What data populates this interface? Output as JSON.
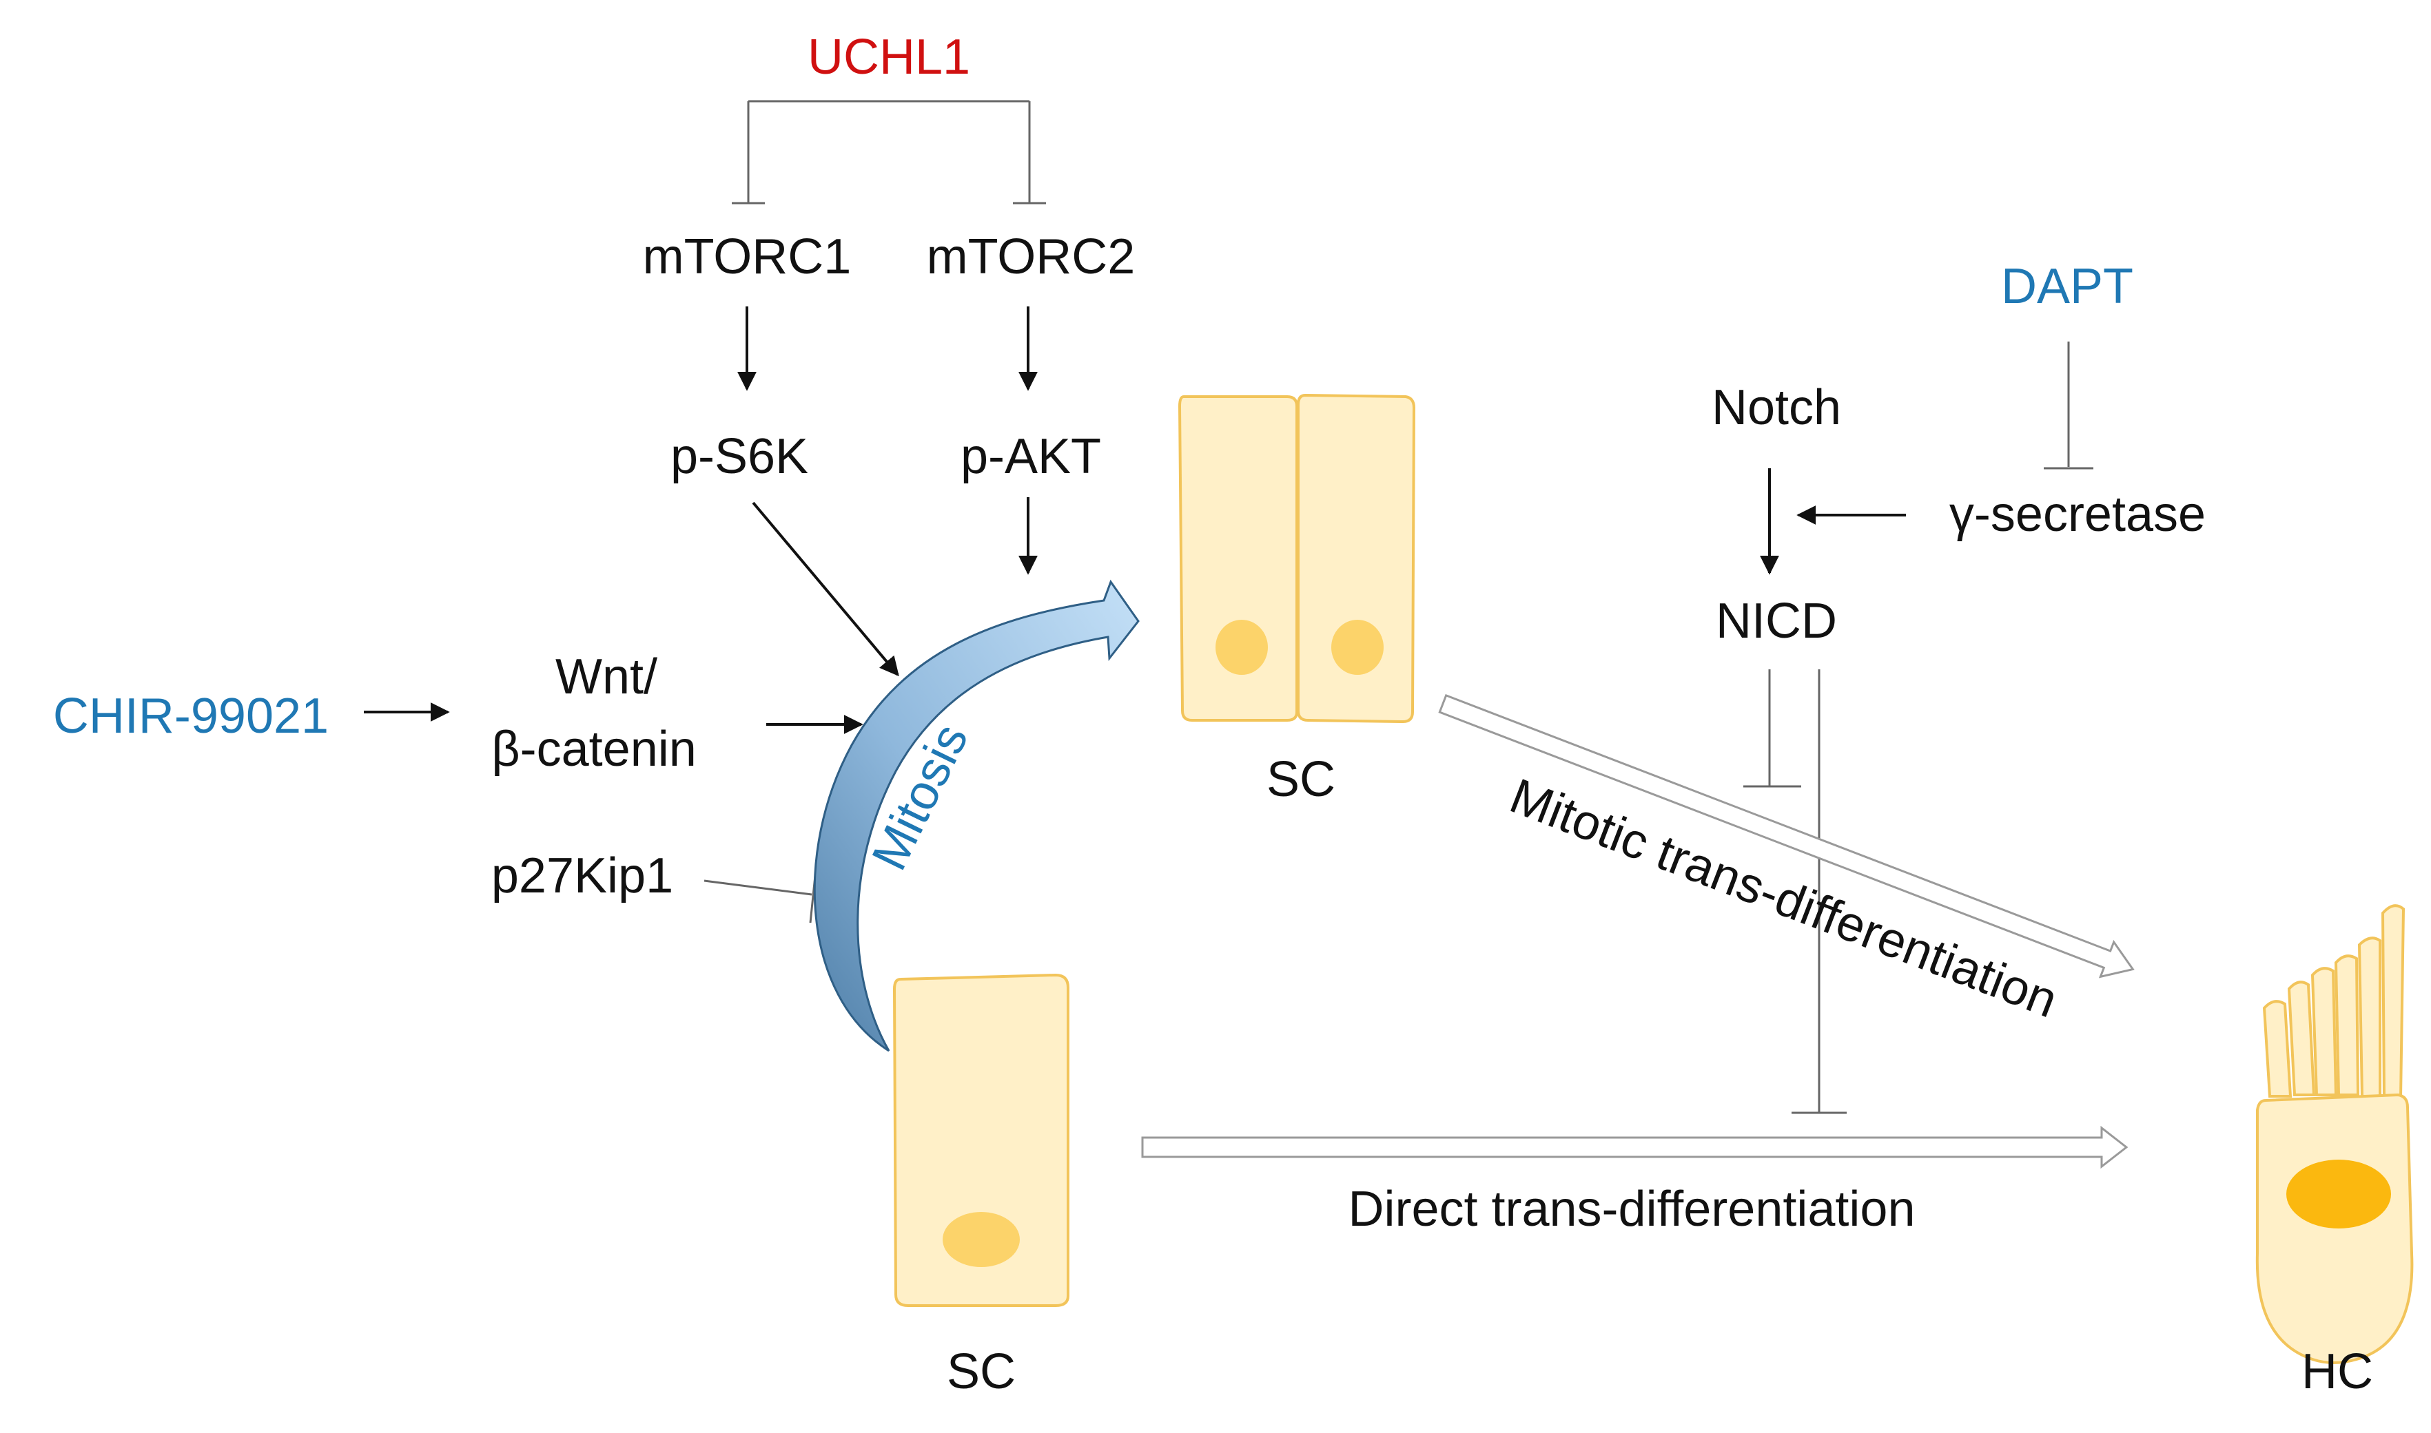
{
  "diagram": {
    "regulator": {
      "label": "UCHL1",
      "color": "#d01010"
    },
    "complexes": {
      "mtorc1": "mTORC1",
      "mtorc2": "mTORC2"
    },
    "effectors": {
      "ps6k": "p-S6K",
      "pakt": "p-AKT"
    },
    "wnt": {
      "line1": "Wnt/",
      "line2": "β-catenin"
    },
    "drugs": {
      "chir": "CHIR-99021",
      "dapt": "DAPT",
      "color": "#1f78b4"
    },
    "p27": "p27Kip1",
    "mitosis": "Mitosis",
    "notch": {
      "notch": "Notch",
      "gamma_secretase": "γ-secretase",
      "nicd": "NICD"
    },
    "cells": {
      "sc_upper": "SC",
      "sc_lower": "SC",
      "hc": "HC"
    },
    "paths": {
      "mitotic": "Mitotic trans-differentiation",
      "direct": "Direct trans-differentiation"
    },
    "colors": {
      "cell_fill": "#fff0c8",
      "cell_stroke": "#f2c45a",
      "nucleus": "#fcd36a",
      "hc_nucleus": "#fbb80f",
      "mitosis_arrow": "#a9cfee"
    }
  }
}
